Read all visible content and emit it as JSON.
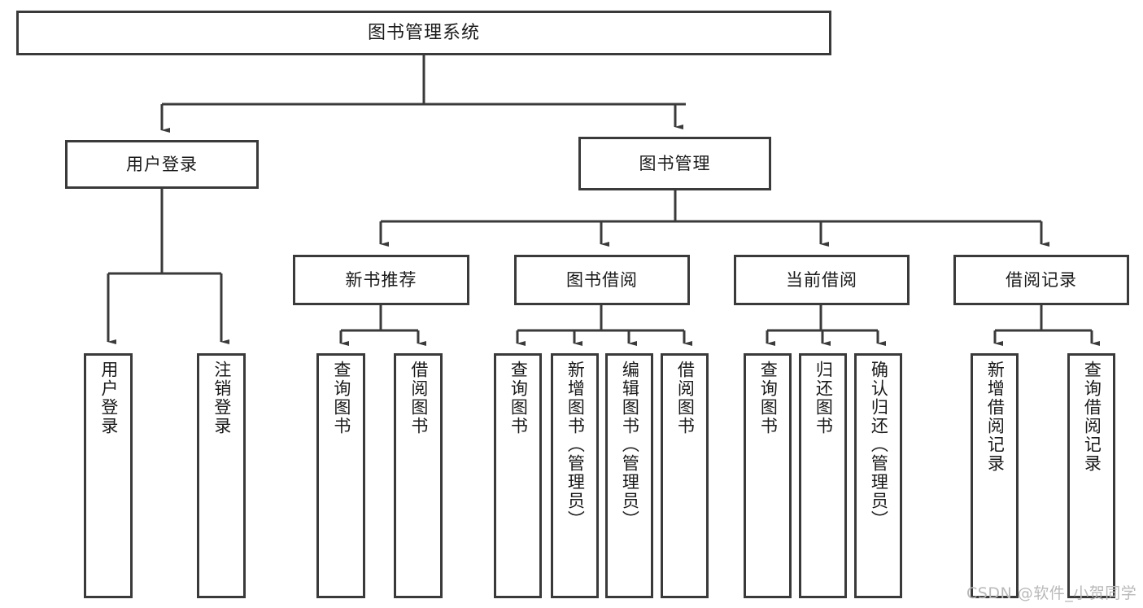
{
  "diagram": {
    "type": "tree-hierarchy-chart",
    "title": "图书管理系统",
    "orientation": "top-down",
    "style": {
      "box_border_color": "#3a3a3a",
      "box_fill_color": "#ffffff",
      "connector_color": "#3a3a3a",
      "text_color": "#1a1a1a",
      "background_color": "#ffffff"
    }
  },
  "nodes": {
    "root": {
      "label": "图书管理系统"
    },
    "level2": [
      {
        "id": "user-login",
        "label": "用户登录"
      },
      {
        "id": "book-management",
        "label": "图书管理"
      }
    ],
    "level3": [
      {
        "id": "new-book-recommend",
        "label": "新书推荐"
      },
      {
        "id": "book-borrow",
        "label": "图书借阅"
      },
      {
        "id": "current-borrow",
        "label": "当前借阅"
      },
      {
        "id": "borrow-record",
        "label": "借阅记录"
      }
    ],
    "leaves": {
      "user_login": [
        {
          "id": "leaf-user-login",
          "label": "用户登录"
        },
        {
          "id": "leaf-user-logout",
          "label": "注销登录"
        }
      ],
      "new_book_recommend": [
        {
          "id": "leaf-query-book-1",
          "label": "查询图书"
        },
        {
          "id": "leaf-borrow-book-1",
          "label": "借阅图书"
        }
      ],
      "book_borrow": [
        {
          "id": "leaf-query-book-2",
          "label": "查询图书"
        },
        {
          "id": "leaf-add-book",
          "label": "新增图书（管理员）"
        },
        {
          "id": "leaf-edit-book",
          "label": "编辑图书（管理员）"
        },
        {
          "id": "leaf-borrow-book-2",
          "label": "借阅图书"
        }
      ],
      "current_borrow": [
        {
          "id": "leaf-query-book-3",
          "label": "查询图书"
        },
        {
          "id": "leaf-return-book",
          "label": "归还图书"
        },
        {
          "id": "leaf-confirm-return",
          "label": "确认归还（管理员）"
        }
      ],
      "borrow_record": [
        {
          "id": "leaf-add-record",
          "label": "新增借阅记录"
        },
        {
          "id": "leaf-query-record",
          "label": "查询借阅记录"
        }
      ]
    }
  },
  "watermark": {
    "text": "CSDN @软件_小贺同学"
  }
}
